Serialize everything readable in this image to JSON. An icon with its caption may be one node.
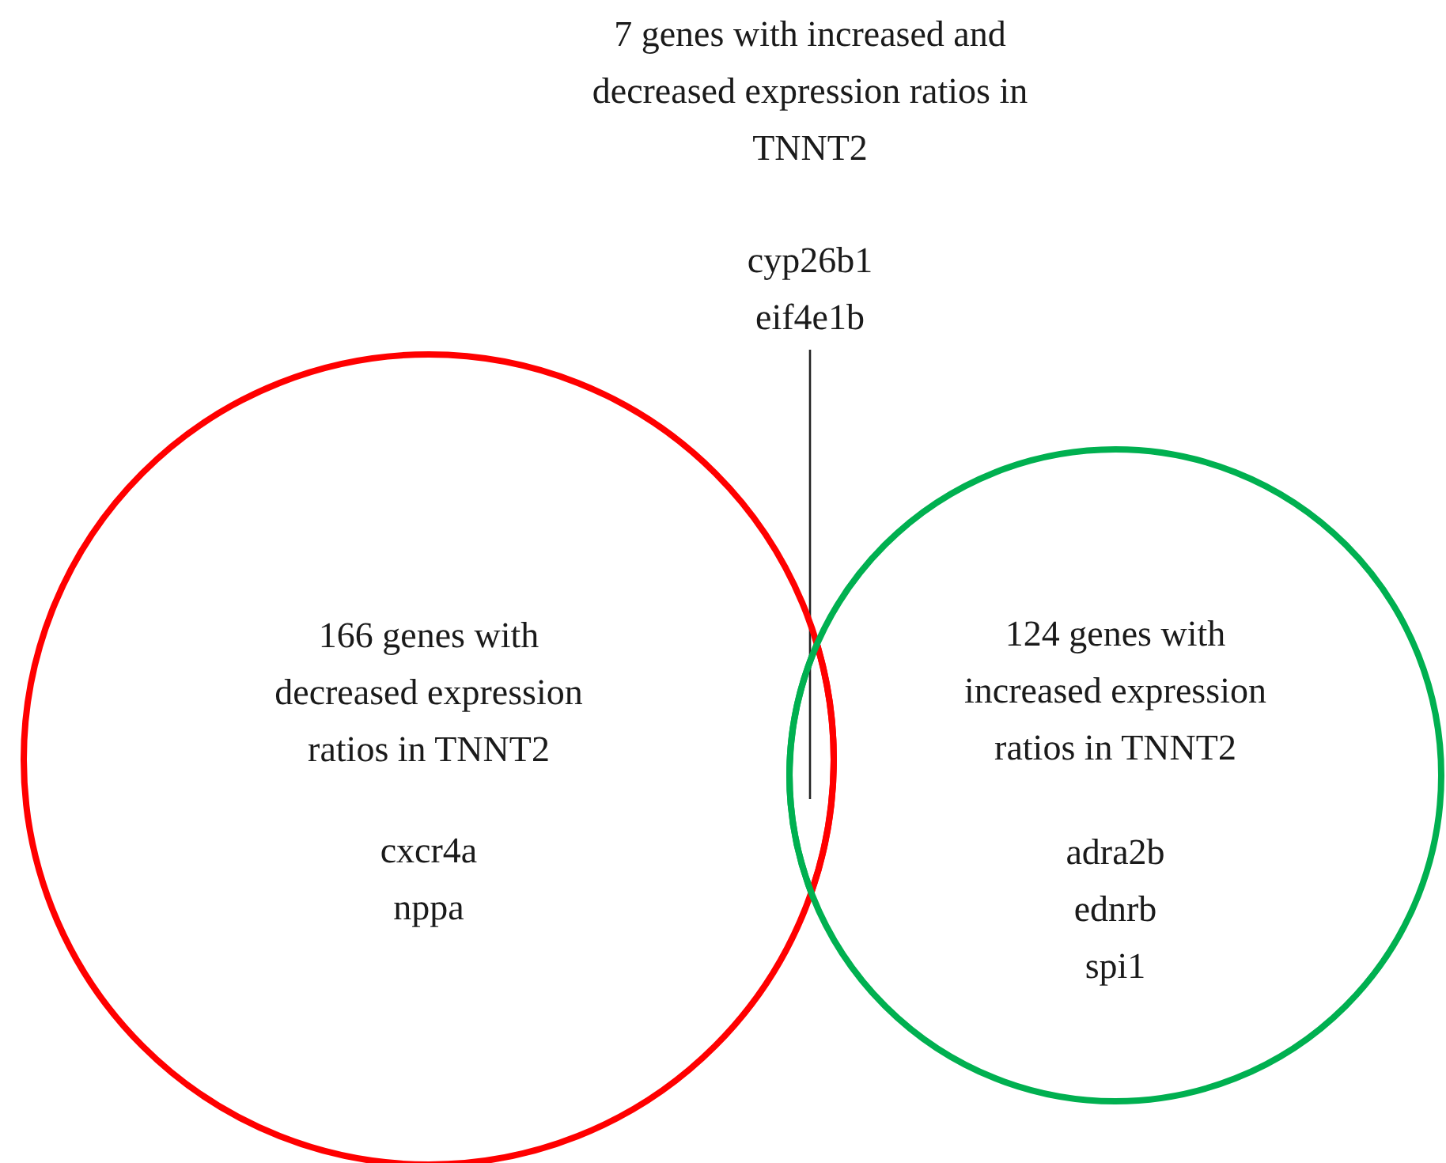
{
  "diagram": {
    "nodes": [
      {
        "text": [
          "7 genes with increased and decreased expression ratios in TNNT2",
          "cyp26b1",
          "eif4e1b"
        ]
      },
      {
        "text": [
          "166 genes with decreased expression ratios in TNNT2",
          "cxcr4a",
          "nppa"
        ]
      },
      {
        "text": [
          "124 genes with increased expression ratios in TNNT2",
          "adra2b",
          "ednrb",
          "spi1"
        ]
      },
      {
        "text": [],
        "shape": "lens"
      }
    ],
    "edges": [
      {
        "from": 0,
        "to": 3,
        "arrow": "none"
      }
    ]
  }
}
